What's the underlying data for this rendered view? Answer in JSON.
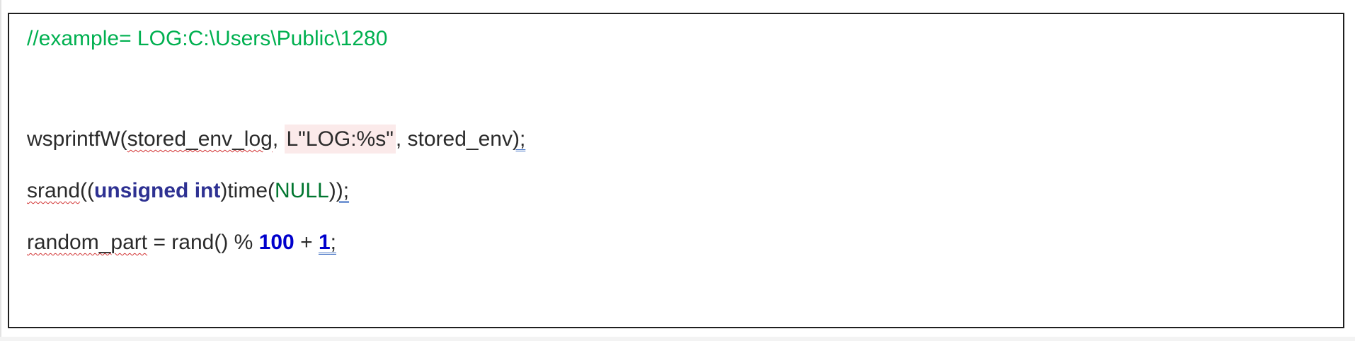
{
  "code": {
    "comment_line": "//example= LOG:C:\\Users\\Public\\1280",
    "line_wsprintf": {
      "fn": "wsprintfW(",
      "arg1": "stored_env_log",
      "sep1": ", ",
      "literal": "L\"LOG:%s\"",
      "sep2": ", stored_env",
      "end": ");"
    },
    "line_srand": {
      "fn": "srand",
      "open": "((",
      "keyword": "unsigned int",
      "mid": ")time(",
      "null": "NULL",
      "close": ")",
      "end": ");"
    },
    "line_random": {
      "var": "random_part",
      "expr": " = rand() % ",
      "num1": "100",
      "plus": " + ",
      "num2": "1",
      "end": ";"
    }
  },
  "colors": {
    "comment": "#00b050",
    "keyword": "#2e3192",
    "null_constant": "#00762f",
    "number": "#0000cc",
    "literal_highlight": "#fbeaea",
    "text": "#2b2b2b",
    "frame_border": "#1f1f1f"
  }
}
